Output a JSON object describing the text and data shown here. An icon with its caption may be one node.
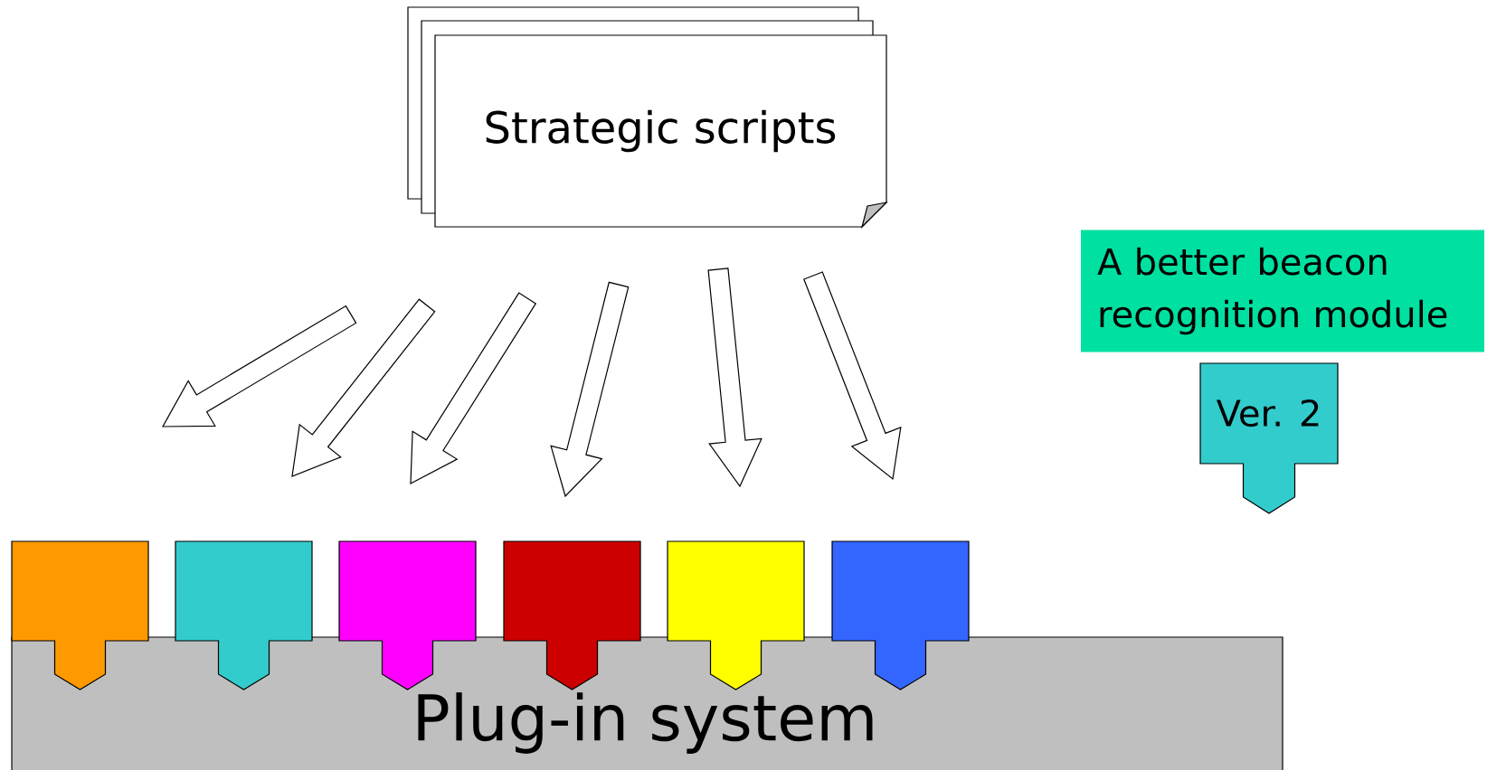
{
  "diagram": {
    "nodes": [
      {
        "text": [
          "Strategic scripts"
        ]
      },
      {
        "text": [
          "Plug-in system"
        ]
      },
      {
        "text": [],
        "shape": "box"
      },
      {
        "text": [],
        "shape": "box"
      },
      {
        "text": [],
        "shape": "box"
      },
      {
        "text": [],
        "shape": "box"
      },
      {
        "text": [],
        "shape": "box"
      },
      {
        "text": [],
        "shape": "box"
      },
      {
        "text": [
          "A better beacon recognition module"
        ]
      },
      {
        "text": [
          "Ver. 2"
        ]
      }
    ],
    "edges": [
      {
        "from": 0,
        "to": 2,
        "arrow": "to"
      },
      {
        "from": 0,
        "to": 3,
        "arrow": "to"
      },
      {
        "from": 0,
        "to": 4,
        "arrow": "to"
      },
      {
        "from": 0,
        "to": 5,
        "arrow": "to"
      },
      {
        "from": 0,
        "to": 6,
        "arrow": "to"
      },
      {
        "from": 0,
        "to": 7,
        "arrow": "to"
      }
    ]
  }
}
